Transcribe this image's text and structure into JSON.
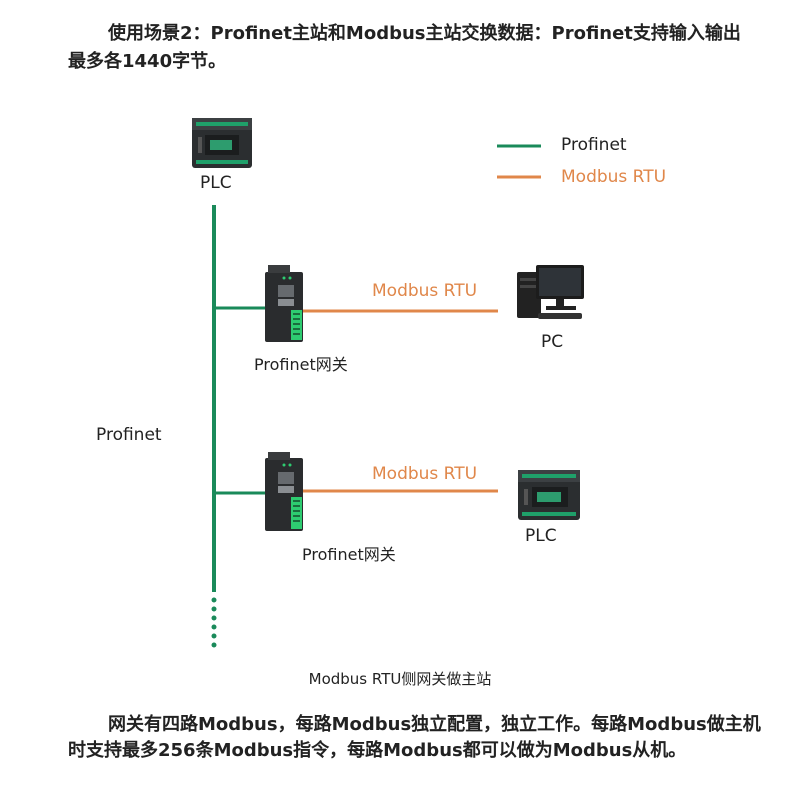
{
  "intro_text": "使用场景2：Profinet主站和Modbus主站交换数据：Profinet支持输入输出最多各1440字节。",
  "legend": {
    "profinet": {
      "label": "Profinet",
      "color": "#1a8a5a"
    },
    "modbus": {
      "label": "Modbus RTU",
      "color": "#e0874a"
    }
  },
  "devices": {
    "plc_top": "PLC",
    "gateway_1": "Profinet网关",
    "gateway_2": "Profinet网关",
    "pc": "PC",
    "plc_right": "PLC"
  },
  "links": {
    "modbus_1": "Modbus RTU",
    "modbus_2": "Modbus RTU"
  },
  "bus_label": "Profinet",
  "caption": "Modbus RTU侧网关做主站",
  "outro_text": "网关有四路Modbus，每路Modbus独立配置，独立工作。每路Modbus做主机时支持最多256条Modbus指令，每路Modbus都可以做为Modbus从机。"
}
